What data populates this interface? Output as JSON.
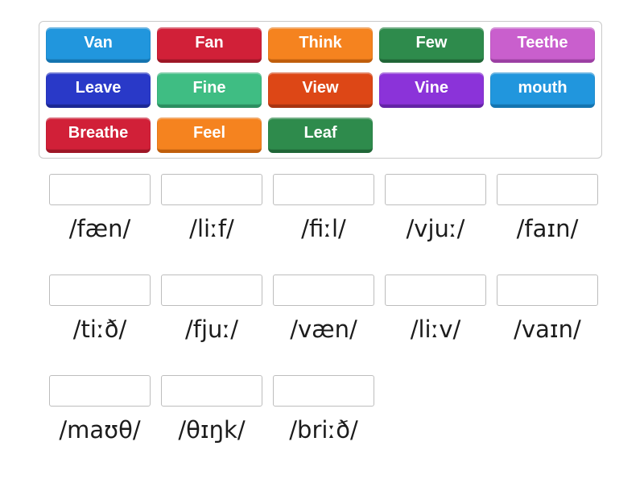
{
  "page": {
    "background_color": "#ffffff",
    "activity_type": "match-up"
  },
  "palette": {
    "blue": {
      "base": "#2196dd",
      "edge": "#1474b0"
    },
    "crimson": {
      "base": "#d12038",
      "edge": "#9e1626"
    },
    "orange": {
      "base": "#f5831f",
      "edge": "#c05e0b"
    },
    "green": {
      "base": "#2e8b4c",
      "edge": "#206637"
    },
    "orchid": {
      "base": "#c95fcd",
      "edge": "#9c3fa3"
    },
    "royal_blue": {
      "base": "#2939c8",
      "edge": "#1b2794"
    },
    "emerald": {
      "base": "#3fbd83",
      "edge": "#2b8f60"
    },
    "vermilion": {
      "base": "#dd4716",
      "edge": "#a83410"
    },
    "purple": {
      "base": "#8b33d9",
      "edge": "#6424a6"
    }
  },
  "word_bank": {
    "rows": [
      [
        {
          "label": "Van",
          "color": "blue"
        },
        {
          "label": "Fan",
          "color": "crimson"
        },
        {
          "label": "Think",
          "color": "orange"
        },
        {
          "label": "Few",
          "color": "green"
        },
        {
          "label": "Teethe",
          "color": "orchid"
        }
      ],
      [
        {
          "label": "Leave",
          "color": "royal_blue"
        },
        {
          "label": "Fine",
          "color": "emerald"
        },
        {
          "label": "View",
          "color": "vermilion"
        },
        {
          "label": "Vine",
          "color": "purple"
        },
        {
          "label": "mouth",
          "color": "blue"
        }
      ],
      [
        {
          "label": "Breathe",
          "color": "crimson"
        },
        {
          "label": "Feel",
          "color": "orange"
        },
        {
          "label": "Leaf",
          "color": "green"
        }
      ]
    ]
  },
  "match_rows": [
    [
      "/fæn/",
      "/liːf/",
      "/fiːl/",
      "/vjuː/",
      "/faɪn/"
    ],
    [
      "/tiːð/",
      "/fjuː/",
      "/væn/",
      "/liːv/",
      "/vaɪn/"
    ],
    [
      "/maʊθ/",
      "/θɪŋk/",
      "/briːð/"
    ]
  ],
  "slot": {
    "border_color": "#bdbdbd"
  }
}
